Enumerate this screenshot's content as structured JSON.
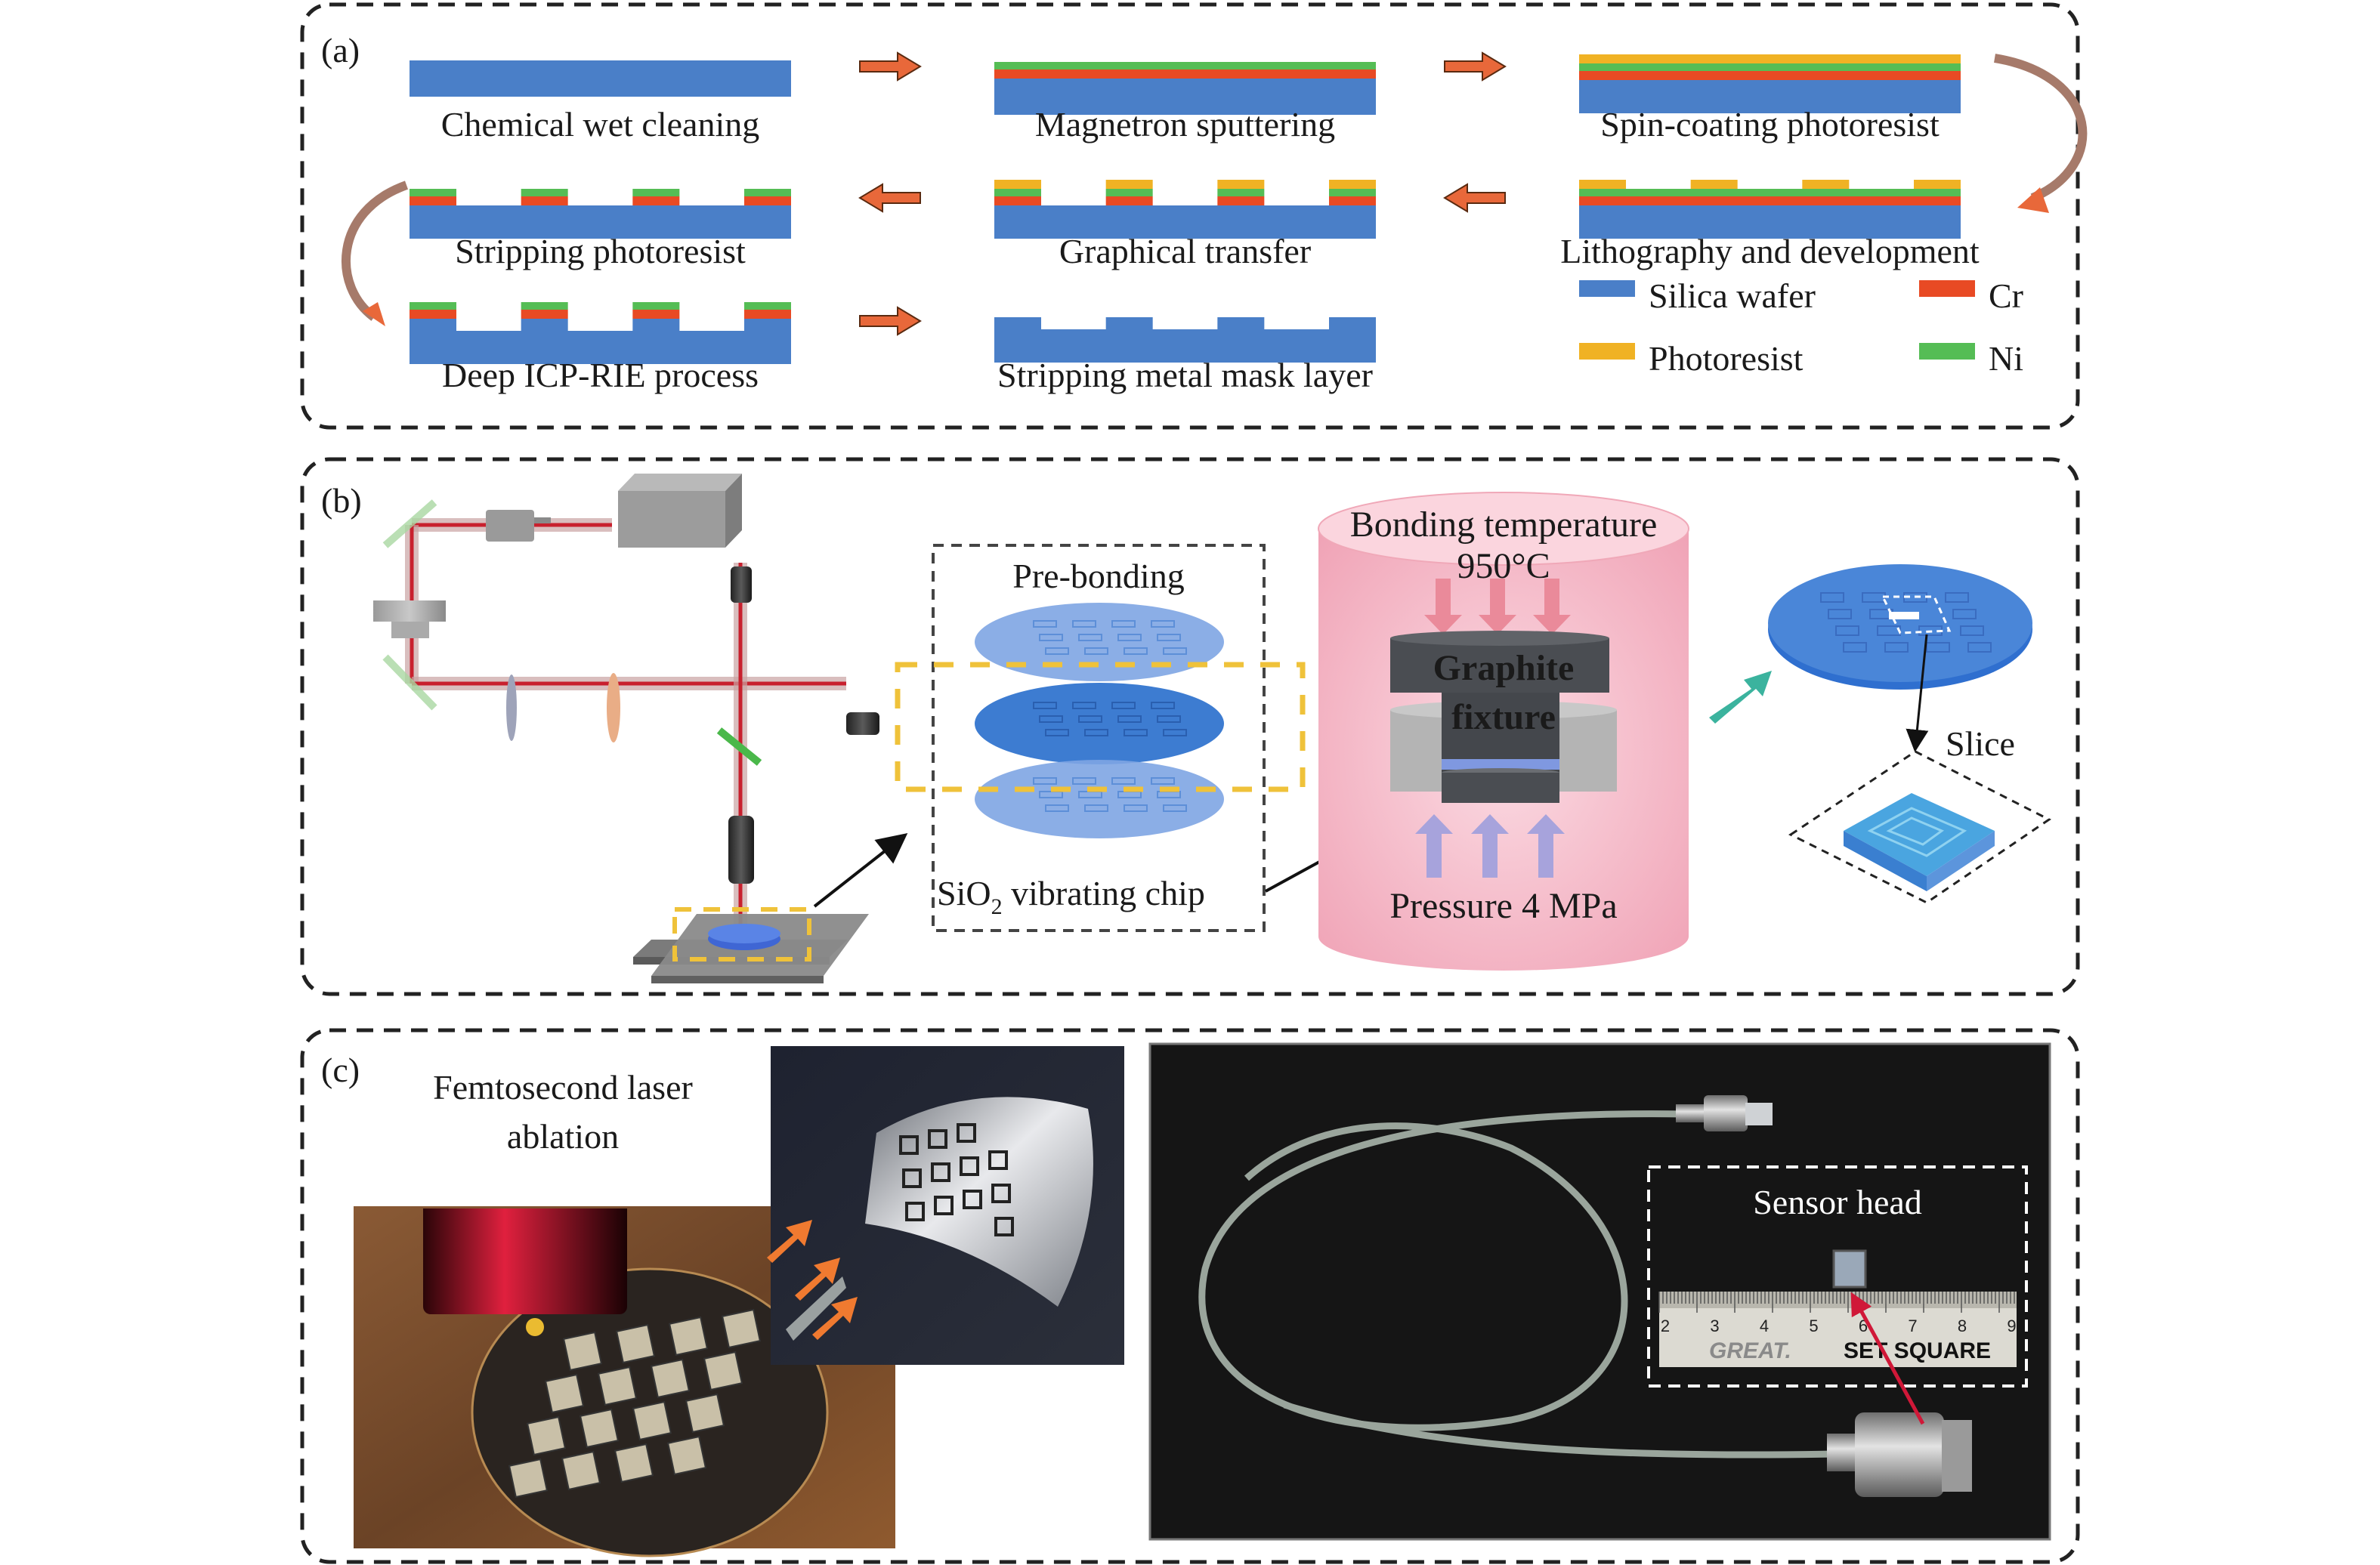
{
  "colors": {
    "silica": "#4a7fc8",
    "cr": "#e84a24",
    "ni": "#55bd55",
    "photoresist": "#f0b224",
    "process_arrow": "#e8683a",
    "panel_border": "#222222",
    "laser_beam": "#c8202e",
    "oven": "#f6b8c6",
    "graphite": "#4a4d52",
    "heat_arrow": "#ea8a9a",
    "pressure_arrow": "#a7a3dc",
    "teal_arrow": "#3bb39e",
    "highlight_box": "#efc23a",
    "photo_dark": "#151515"
  },
  "panel_a": {
    "label": "(a)",
    "steps": [
      {
        "name": "Chemical wet cleaning",
        "layers": "silica"
      },
      {
        "name": "Magnetron sputtering",
        "layers": "silica+cr+ni"
      },
      {
        "name": "Spin-coating photoresist",
        "layers": "silica+cr+ni+photoresist"
      },
      {
        "name": "Lithography and development",
        "layers": "silica+cr+ni+patterned-photoresist"
      },
      {
        "name": "Graphical transfer",
        "layers": "silica+patterned-cr-ni-photoresist"
      },
      {
        "name": "Stripping photoresist",
        "layers": "silica+patterned-cr-ni"
      },
      {
        "name": "Deep ICP-RIE process",
        "layers": "etched-silica+patterned-cr-ni"
      },
      {
        "name": "Stripping metal mask layer",
        "layers": "etched-silica"
      }
    ],
    "legend": [
      {
        "label": "Silica wafer",
        "key": "silica"
      },
      {
        "label": "Cr",
        "key": "cr"
      },
      {
        "label": "Photoresist",
        "key": "photoresist"
      },
      {
        "label": "Ni",
        "key": "ni"
      }
    ]
  },
  "panel_b": {
    "label": "(b)",
    "prebonding_title": "Pre-bonding",
    "chip_label_main": "SiO",
    "chip_label_sub": "2",
    "chip_label_rest": " vibrating chip",
    "temp_label": "Bonding temperature",
    "temp_value": "950°C",
    "fixture_line1": "Graphite",
    "fixture_line2": "fixture",
    "pressure_label": "Pressure 4 MPa",
    "slice_label": "Slice"
  },
  "panel_c": {
    "label": "(c)",
    "ablation_line1": "Femtosecond laser",
    "ablation_line2": "ablation",
    "sensor_label": "Sensor head",
    "ruler_numbers": [
      "2",
      "3",
      "4",
      "5",
      "6",
      "7",
      "8",
      "9"
    ],
    "ruler_brand": "GREAT.",
    "ruler_text": "SET SQUARE"
  }
}
